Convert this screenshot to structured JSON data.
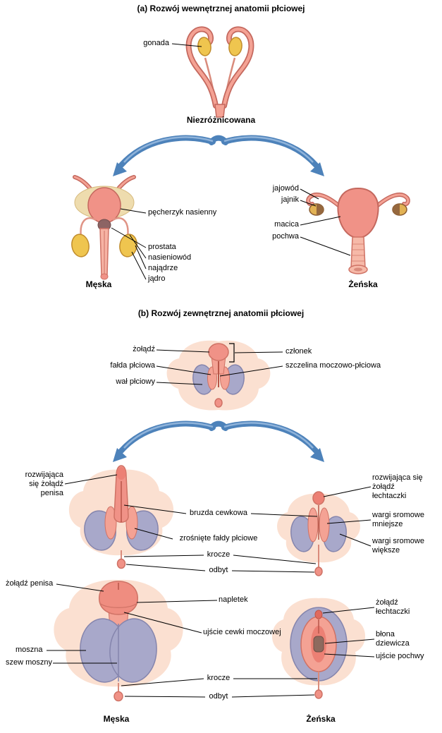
{
  "section_a": {
    "title": "(a) Rozwój wewnętrznej anatomii płciowej",
    "undifferentiated_label": "Niezróżnicowana",
    "gonad_callout": "gonada",
    "male": {
      "label": "Męska",
      "callouts": {
        "seminal_vesicle": "pęcherzyk nasienny",
        "prostate": "prostata",
        "vas_deferens": "nasieniowód",
        "epididymis": "najądrze",
        "testis": "jądro"
      }
    },
    "female": {
      "label": "Żeńska",
      "callouts": {
        "oviduct": "jajowód",
        "ovary": "jajnik",
        "uterus": "macica",
        "vagina": "pochwa"
      }
    }
  },
  "section_b": {
    "title": "(b) Rozwój zewnętrznej anatomii płciowej",
    "undifferentiated": {
      "glans": "żołądź",
      "genital_fold": "fałda płciowa",
      "genital_swelling": "wał płciowy",
      "phallus": "członek",
      "urogenital_slit": "szczelina moczowo-płciowa"
    },
    "developing": {
      "male_glans": "rozwijająca się żołądź penisa",
      "urethral_groove": "bruzda cewkowa",
      "fused_folds": "zrośnięte fałdy płciowe",
      "perineum": "krocze",
      "anus": "odbyt",
      "female_glans": "rozwijająca się żołądź łechtaczki",
      "labia_minora": "wargi sromowe mniejsze",
      "labia_majora": "wargi sromowe większe"
    },
    "final": {
      "glans_penis": "żołądź penisa",
      "scrotum": "moszna",
      "scrotal_raphe": "szew moszny",
      "foreskin": "napletek",
      "urethral_opening": "ujście cewki moczowej",
      "perineum": "krocze",
      "anus": "odbyt",
      "glans_clitoris": "żołądź łechtaczki",
      "hymen": "błona dziewicza",
      "vaginal_opening": "ujście pochwy",
      "male_label": "Męska",
      "female_label": "Żeńska"
    }
  },
  "colors": {
    "arrow_blue": "#4d82ba",
    "tissue_pink": "#f09287",
    "tissue_light": "#f4a294",
    "outline_pink": "#cf7265",
    "gonad_yellow": "#efc54f",
    "swelling_lavender": "#a8a8ca",
    "background_peach": "#fbe0d1"
  }
}
